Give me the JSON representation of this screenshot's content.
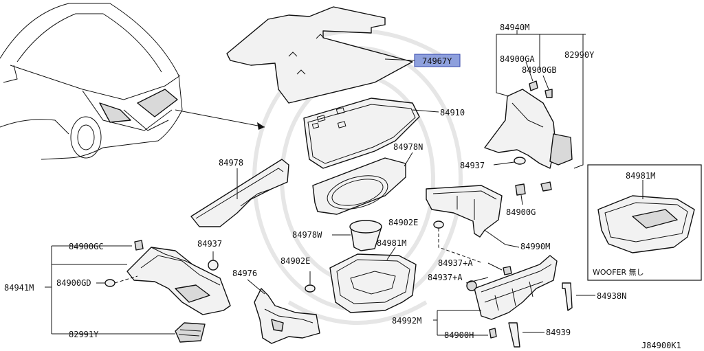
{
  "diagram_code": "J84900K1",
  "callouts": {
    "p74967Y": "74967Y",
    "p84910": "84910",
    "p84978": "84978",
    "p84978N": "84978N",
    "p84978W": "84978W",
    "p84981M_left": "84981M",
    "p84902E_top": "84902E",
    "p84902E_mid": "84902E",
    "p84990M": "84990M",
    "p84940M": "84940M",
    "p84900GA": "84900GA",
    "p84900GB": "84900GB",
    "p82990Y": "82990Y",
    "p84937_right": "84937",
    "p84900G": "84900G",
    "p84981M_box": "84981M",
    "woofer_note": "WOOFER 無し",
    "p84900GC": "84900GC",
    "p84937_left": "84937",
    "p84941M": "84941M",
    "p84900GD": "84900GD",
    "p82991Y": "82991Y",
    "p84976": "84976",
    "p84937A_1": "84937+A",
    "p84937A_2": "84937+A",
    "p84938N": "84938N",
    "p84992M": "84992M",
    "p84900H": "84900H",
    "p84939": "84939"
  },
  "highlight_color": "#8ea0dd"
}
